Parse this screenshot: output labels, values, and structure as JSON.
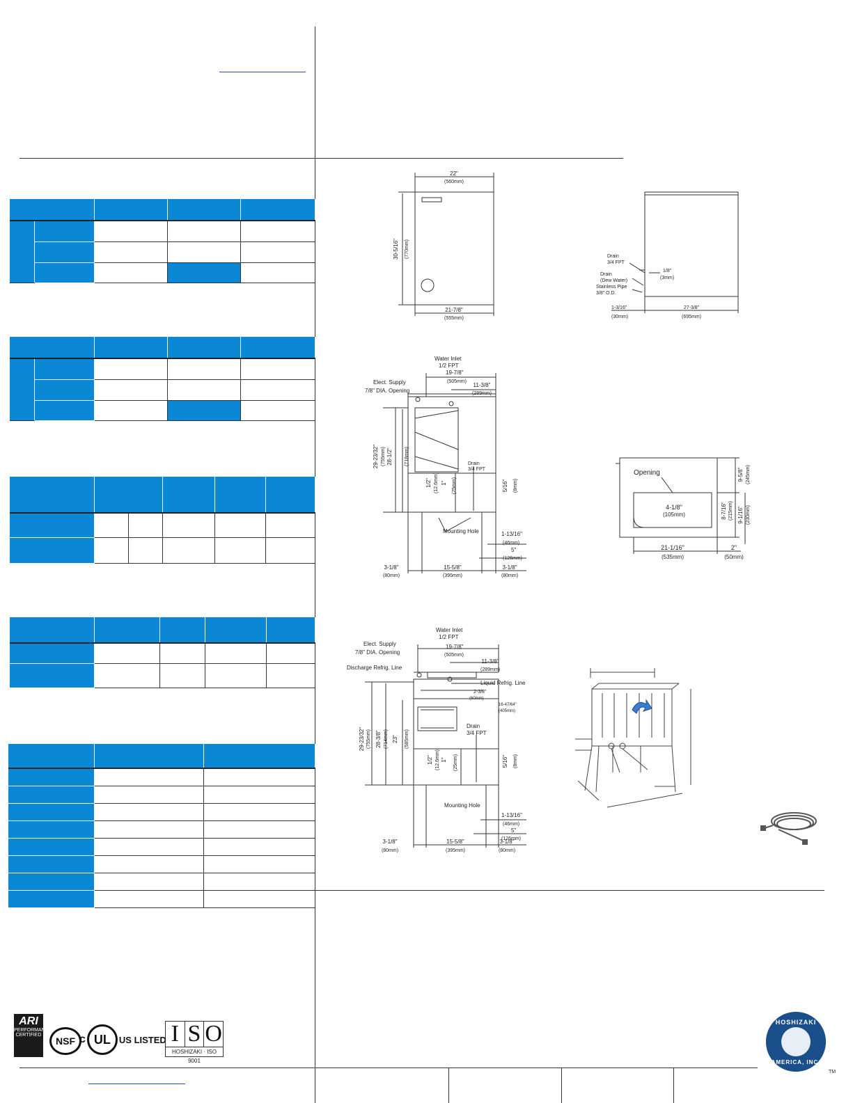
{
  "front_view": {
    "width_top": "22\"",
    "width_top_mm": "(560mm)",
    "height": "30-5/16\"",
    "height_mm": "(770mm)",
    "width_bottom": "21-7/8\"",
    "width_bottom_mm": "(555mm)"
  },
  "side_view": {
    "drain": "Drain",
    "drain_fpt": "3/4 FPT",
    "drain_dew": "Drain",
    "drain_dew_sub": "(Dew Water)",
    "pipe": "Stainless Pipe",
    "pipe_od": "3/8\" O.D.",
    "gap": "1/8\"",
    "gap_mm": "(3mm)",
    "offset": "1-3/16\"",
    "offset_mm": "(30mm)",
    "depth": "27-3/8\"",
    "depth_mm": "(695mm)"
  },
  "rear_view_1": {
    "water_inlet": "Water Inlet",
    "water_fpt": "1/2 FPT",
    "elect_supply": "Elect. Supply",
    "elect_opening": "7/8\" DIA. Opening",
    "dim_a": "19-7/8\"",
    "dim_a_mm": "(505mm)",
    "dim_b": "11-3/8\"",
    "dim_b_mm": "(289mm)",
    "h1": "29-23/32\"",
    "h1_mm": "(755mm)",
    "h2": "28-1/2\"",
    "h2_mm": "(718mm)",
    "drain": "Drain",
    "drain_fpt": "3/4 FPT",
    "half": "1/2\"",
    "half_mm": "(12.6mm)",
    "one": "1\"",
    "one_mm": "(25mm)",
    "five16": "5/16\"",
    "five16_mm": "(8mm)",
    "mounting": "Mounting Hole",
    "d1": "1-13/16\"",
    "d1_mm": "(46mm)",
    "d2": "5\"",
    "d2_mm": "(126mm)",
    "b1": "3-1/8\"",
    "b1_mm": "(80mm)",
    "b2": "15-5/8\"",
    "b2_mm": "(395mm)",
    "b3": "3-1/8\"",
    "b3_mm": "(80mm)"
  },
  "top_view": {
    "opening": "Opening",
    "w1": "4-1/8\"",
    "w1_mm": "(105mm)",
    "v1": "9-5/8\"",
    "v1_mm": "(245mm)",
    "v2": "8-7/16\"",
    "v2_mm": "(215mm)",
    "v3": "9-1/16\"",
    "v3_mm": "(230mm)",
    "w2": "21-1/16\"",
    "w2_mm": "(535mm)",
    "w3": "2\"",
    "w3_mm": "(50mm)"
  },
  "rear_view_2": {
    "water_inlet": "Water Inlet",
    "water_fpt": "1/2 FPT",
    "elect_supply": "Elect. Supply",
    "elect_opening": "7/8\" DIA. Opening",
    "discharge": "Discharge Refrig. Line",
    "liquid": "Liquid Refrig. Line",
    "dim_a": "19-7/8\"",
    "dim_a_mm": "(505mm)",
    "dim_b": "11-3/8\"",
    "dim_b_mm": "(289mm)",
    "dim_c": "2-3/8\"",
    "dim_c_mm": "(60mm)",
    "dim_d": "16-47/64\"",
    "dim_d_mm": "(405mm)",
    "h1": "29-23/32\"",
    "h1_mm": "(755mm)",
    "h2": "28-3/8\"",
    "h2_mm": "(714mm)",
    "h3": "23\"",
    "h3_mm": "(585mm)",
    "drain": "Drain",
    "drain_fpt": "3/4 FPT",
    "half": "1/2\"",
    "half_mm": "(12.6mm)",
    "one": "1\"",
    "one_mm": "(25mm)",
    "five16": "5/16\"",
    "five16_mm": "(8mm)",
    "mounting": "Mounting Hole",
    "d1": "1-13/16\"",
    "d1_mm": "(46mm)",
    "d2": "5\"",
    "d2_mm": "(126mm)",
    "b1": "3-1/8\"",
    "b1_mm": "(80mm)",
    "b2": "15-5/8\"",
    "b2_mm": "(395mm)",
    "b3": "3-1/8\"",
    "b3_mm": "(80mm)"
  },
  "logos": {
    "ari_top": "ARI",
    "ari_sub": "PERFORMANCE CERTIFIED",
    "nsf": "NSF",
    "ul_c": "c",
    "ul": "UL",
    "ul_us": "US LISTED",
    "iso_i": "I",
    "iso_s": "S",
    "iso_o": "O",
    "iso_sub": "HOSHIZAKI · ISO 9001",
    "hosh_top": "HOSHIZAKI",
    "hosh_bottom": "AMERICA, INC.",
    "tm": "TM"
  },
  "colors": {
    "accent": "#0a88d6",
    "link": "#1a4fd6"
  }
}
